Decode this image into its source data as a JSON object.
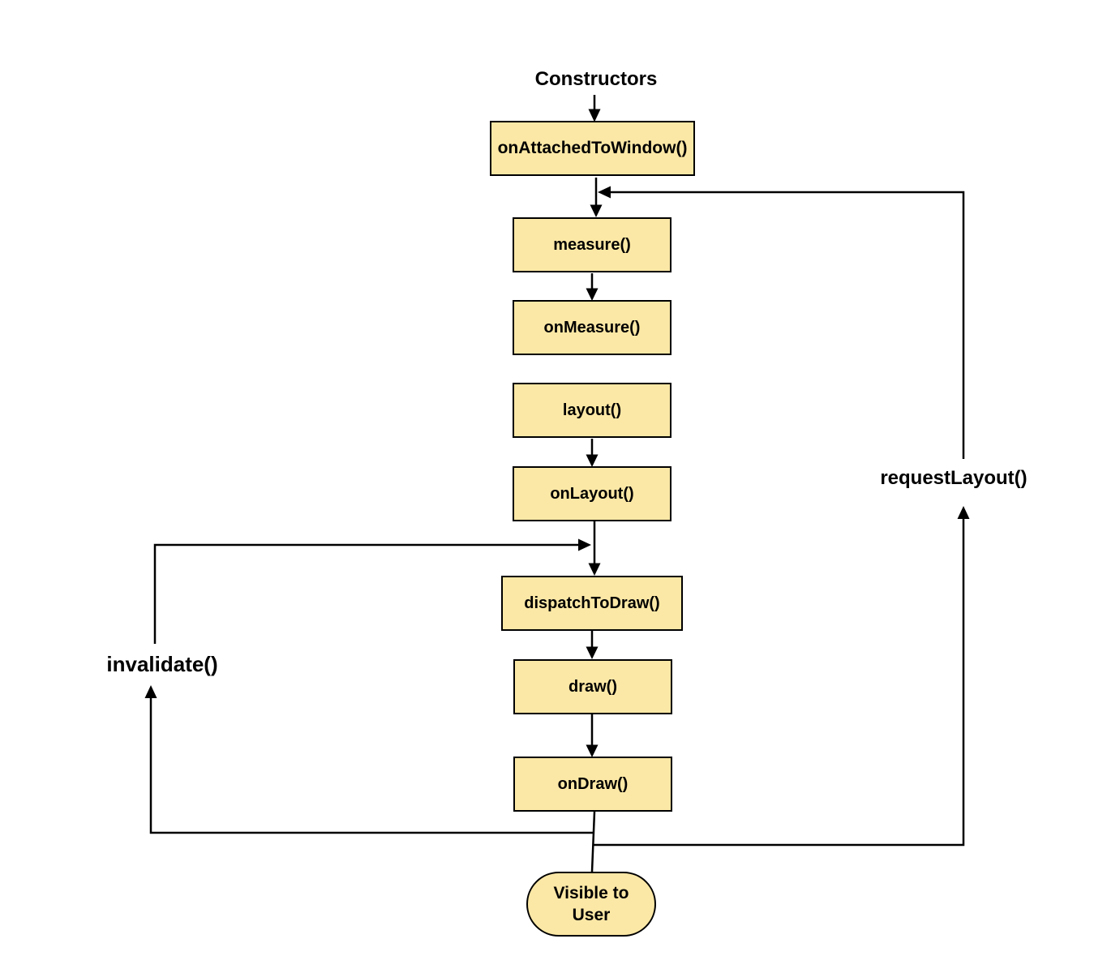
{
  "diagram": {
    "title": "Constructors",
    "nodes": [
      {
        "id": "onAttachedToWindow",
        "label": "onAttachedToWindow()"
      },
      {
        "id": "measure",
        "label": "measure()"
      },
      {
        "id": "onMeasure",
        "label": "onMeasure()"
      },
      {
        "id": "layout",
        "label": "layout()"
      },
      {
        "id": "onLayout",
        "label": "onLayout()"
      },
      {
        "id": "dispatchToDraw",
        "label": "dispatchToDraw()"
      },
      {
        "id": "draw",
        "label": "draw()"
      },
      {
        "id": "onDraw",
        "label": "onDraw()"
      },
      {
        "id": "visibleToUser",
        "label": "Visible to User"
      }
    ],
    "edge_labels": {
      "invalidate": "invalidate()",
      "request_layout": "requestLayout()"
    },
    "edges": [
      {
        "from": "Constructors",
        "to": "onAttachedToWindow()",
        "arrow": true
      },
      {
        "from": "onAttachedToWindow()",
        "to": "measure()",
        "arrow": true
      },
      {
        "from": "measure()",
        "to": "onMeasure()",
        "arrow": true
      },
      {
        "from": "layout()",
        "to": "onLayout()",
        "arrow": true
      },
      {
        "from": "onLayout()",
        "to": "dispatchToDraw()",
        "arrow": true
      },
      {
        "from": "dispatchToDraw()",
        "to": "draw()",
        "arrow": true
      },
      {
        "from": "draw()",
        "to": "onDraw()",
        "arrow": true
      },
      {
        "from": "onDraw()",
        "to": "Visible to User",
        "arrow": false
      },
      {
        "from": "onDraw()",
        "to": "dispatchToDraw()",
        "via": "invalidate()",
        "arrow": true
      },
      {
        "from": "onDraw()",
        "to": "measure()",
        "via": "requestLayout()",
        "arrow": true
      }
    ],
    "colors": {
      "node_fill": "#fce8a6",
      "node_border": "#000000",
      "connector": "#000000",
      "background": "#ffffff",
      "text": "#000000"
    }
  }
}
